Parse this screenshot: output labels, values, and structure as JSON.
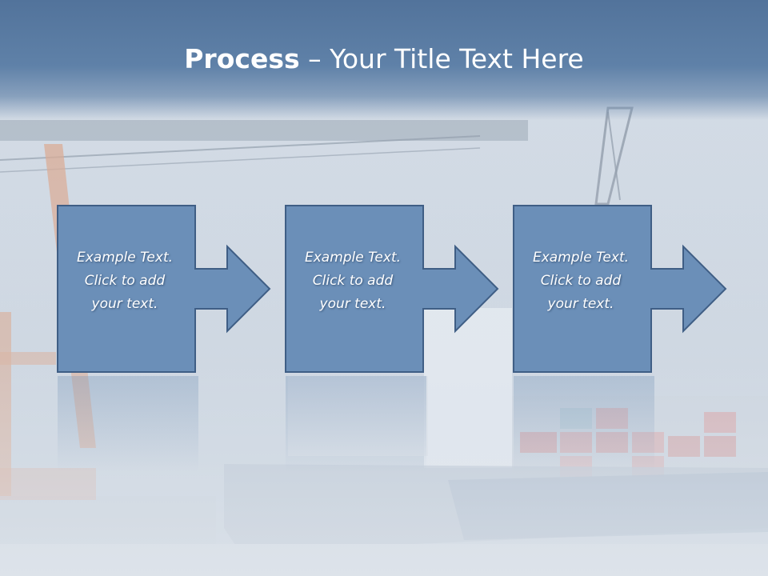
{
  "slide": {
    "title_bold": "Process",
    "title_rest": " – Your Title Text Here"
  },
  "steps": [
    {
      "lines": [
        "Example Text.",
        "Click  to add",
        "your text."
      ]
    },
    {
      "lines": [
        "Example Text.",
        "Click  to add",
        "your text."
      ]
    },
    {
      "lines": [
        "Example Text.",
        "Click  to add",
        "your text."
      ]
    }
  ],
  "colors": {
    "title_bar": "#5b7ca4",
    "box_fill": "#6b8fb8",
    "box_border": "#3f5e85",
    "text": "#ffffff"
  }
}
